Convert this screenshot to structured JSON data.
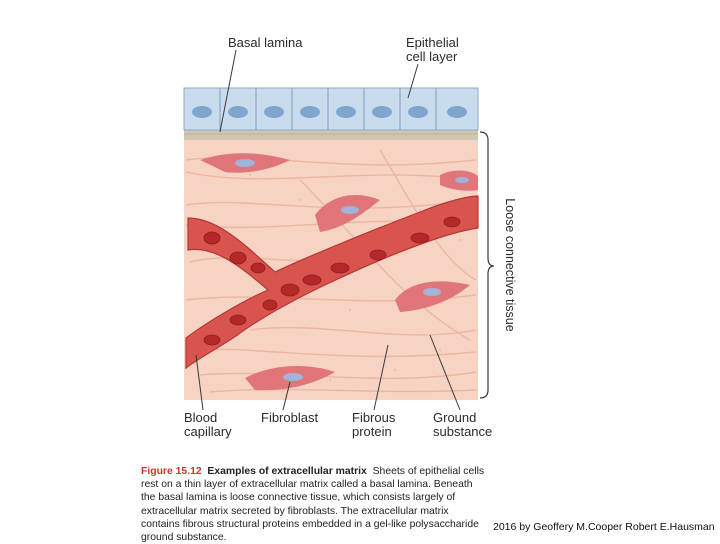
{
  "labels": {
    "basal_lamina": "Basal lamina",
    "epithelial_line1": "Epithelial",
    "epithelial_line2": "cell layer",
    "loose_connective": "Loose connective tissue",
    "blood_line1": "Blood",
    "blood_line2": "capillary",
    "fibroblast": "Fibroblast",
    "fibrous_line1": "Fibrous",
    "fibrous_line2": "protein",
    "ground_line1": "Ground",
    "ground_line2": "substance"
  },
  "caption": {
    "figure_number": "Figure 15.12",
    "title": "Examples of extracellular matrix",
    "body": "Sheets of epithelial cells rest on a thin layer of extracellular matrix called a basal lamina. Beneath the basal lamina is loose connective tissue, which consists largely of extracellular matrix secreted by fibroblasts. The extracellular matrix contains fibrous structural proteins embedded in a gel-like polysaccharide ground substance."
  },
  "credit": "2016 by Geoffery M.Cooper Robert E.Hausman",
  "colors": {
    "tissue": "#f6d3c3",
    "fiber": "#eab7a2",
    "epithelium": "#c8dcee",
    "nucleus": "#7fa6cf",
    "basal": "#cfc7b0",
    "vessel": "#d9534f",
    "rbc": "#b52828",
    "fibroblast": "#e0767a",
    "accent": "#c0392b"
  }
}
